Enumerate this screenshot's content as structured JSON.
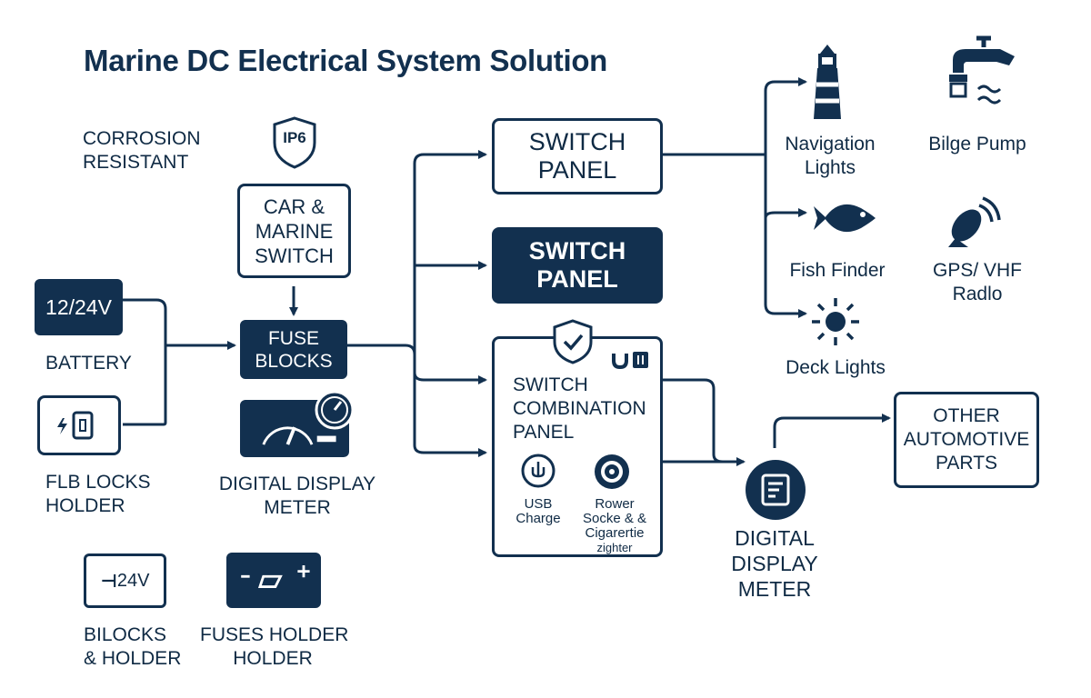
{
  "title": "Marine DC Electrical System Solution",
  "corrosion": [
    "CORROSION",
    "RESISTANT"
  ],
  "ip_badge": "IP6",
  "car_marine_switch": [
    "CAR &",
    "MARINE",
    "SWITCH"
  ],
  "battery": {
    "voltage": "12/24V",
    "label": "BATTERY"
  },
  "fuse_blocks": [
    "FUSE",
    "BLOCKS"
  ],
  "flb_locks": [
    "FLB LOCKS",
    "HOLDER"
  ],
  "digital_meter_left": [
    "DIGITAL DISPLAY",
    "METER"
  ],
  "bilocks": {
    "voltage": "24V",
    "label": [
      "BILOCKS",
      "& HOLDER"
    ]
  },
  "fuses_holder": [
    "FUSES HOLDER",
    "HOLDER"
  ],
  "switch_panel_1": [
    "SWITCH",
    "PANEL"
  ],
  "switch_panel_2": [
    "SWITCH",
    "PANEL"
  ],
  "combo_panel": {
    "title": [
      "SWITCH",
      "COMBINATION",
      "PANEL"
    ],
    "usb": [
      "USB",
      "Charge"
    ],
    "power": [
      "Rower",
      "Socke & &",
      "Cigarertie",
      "zighter"
    ]
  },
  "loads": {
    "navigation_lights": [
      "Navigation",
      "Lights"
    ],
    "bilge_pump": "Bilge Pump",
    "fish_finder": "Fish Finder",
    "gps_vhf": [
      "GPS/ VHF",
      "Radlo"
    ],
    "deck_lights": "Deck Lights"
  },
  "digital_meter_right": [
    "DIGITAL",
    "DISPLAY",
    "METER"
  ],
  "other_parts": [
    "OTHER",
    "AUTOMOTIVE",
    "PARTS"
  ],
  "colors": {
    "navy": "#12304f",
    "white": "#ffffff"
  }
}
